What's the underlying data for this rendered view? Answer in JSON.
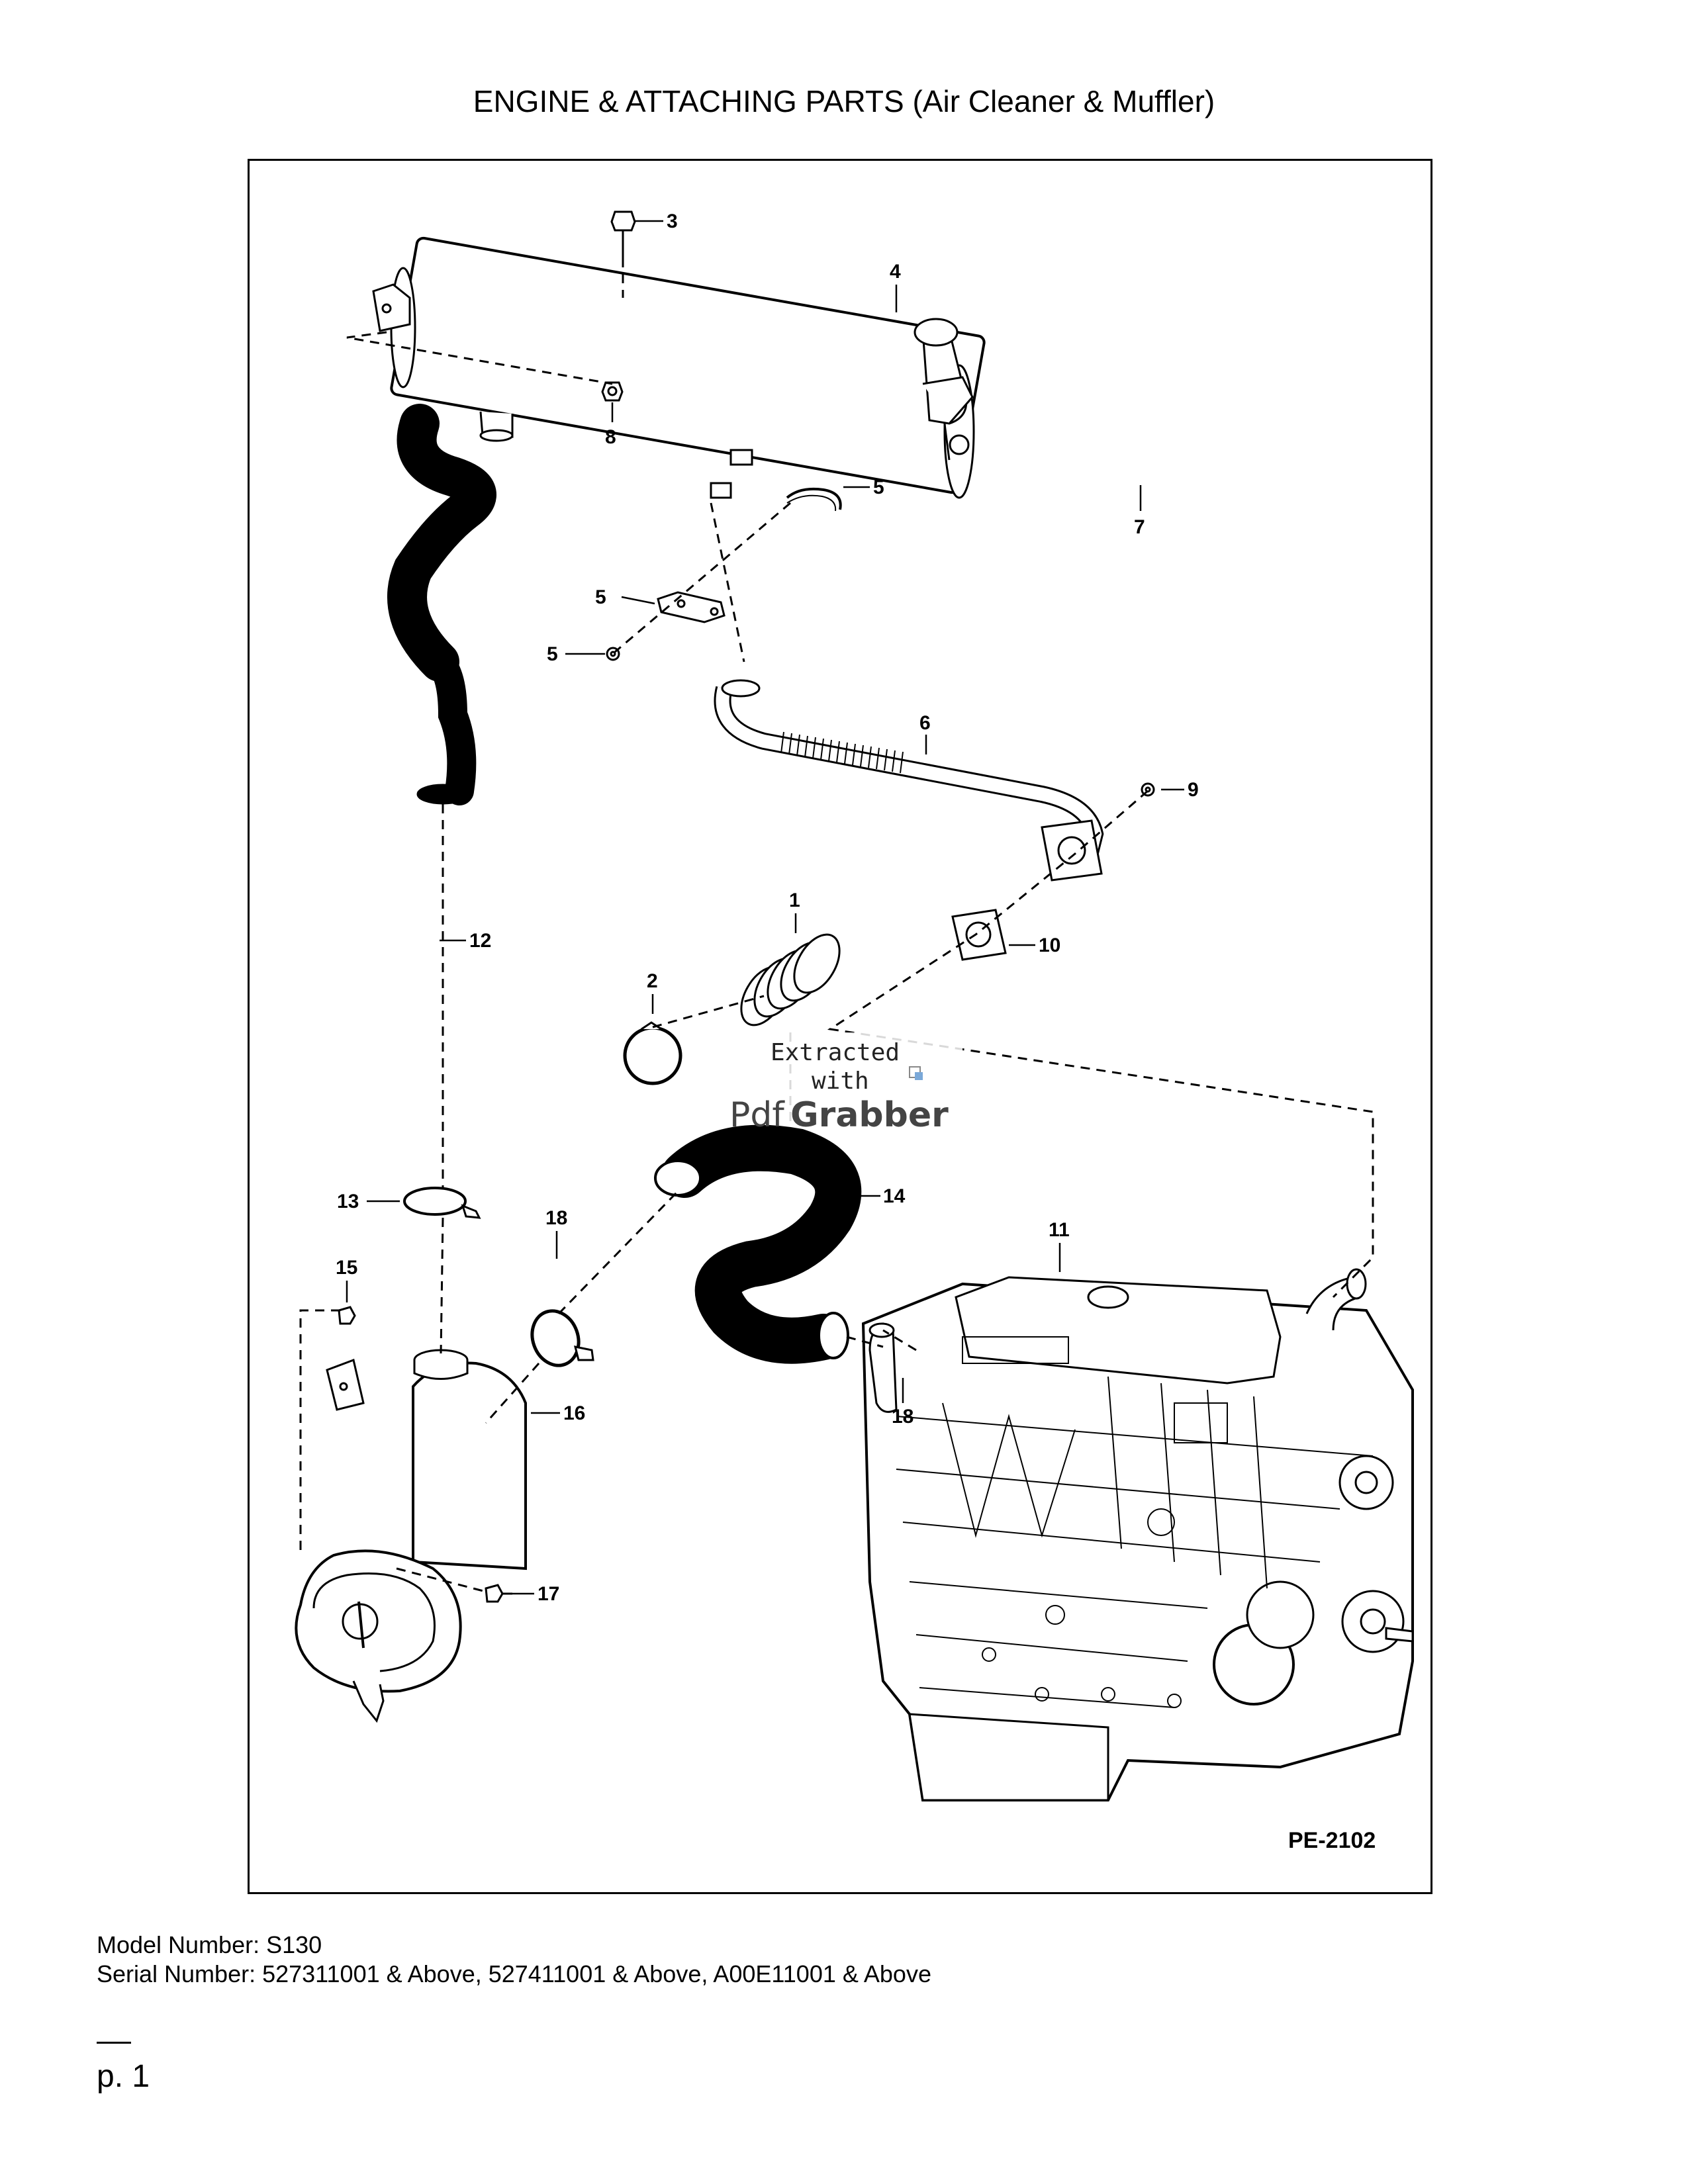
{
  "page": {
    "title": "ENGINE & ATTACHING PARTS (Air Cleaner & Muffler)",
    "figure_code": "PE-2102",
    "model_label": "Model Number: S130",
    "serial_label": "Serial Number: 527311001 & Above, 527411001 & Above, A00E11001 & Above",
    "page_number": "p. 1"
  },
  "watermark": {
    "line1": "Extracted",
    "line2": "with",
    "brand_left": "Pdf",
    "brand_right": "Grabber"
  },
  "callouts": {
    "c1": "1",
    "c2": "2",
    "c3": "3",
    "c4": "4",
    "c5a": "5",
    "c5b": "5",
    "c5c": "5",
    "c6": "6",
    "c7": "7",
    "c8": "8",
    "c9": "9",
    "c10": "10",
    "c11": "11",
    "c12": "12",
    "c13": "13",
    "c14": "14",
    "c15": "15",
    "c16": "16",
    "c17": "17",
    "c18a": "18",
    "c18b": "18"
  }
}
